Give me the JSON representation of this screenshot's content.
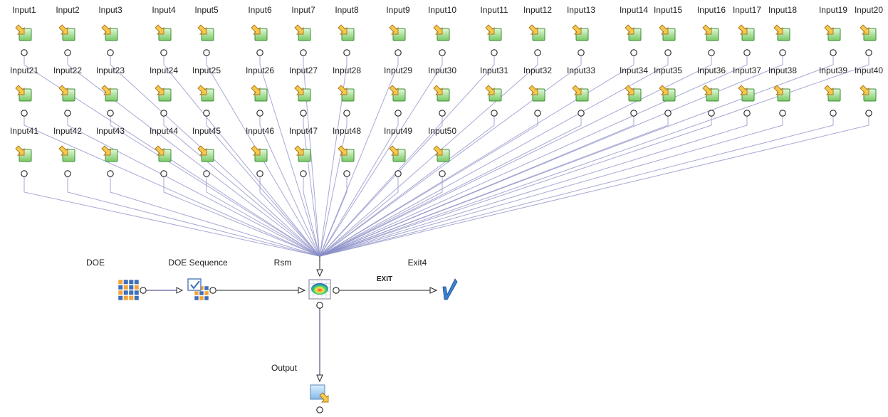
{
  "workflow": {
    "inputs": [
      "Input1",
      "Input2",
      "Input3",
      "Input4",
      "Input5",
      "Input6",
      "Input7",
      "Input8",
      "Input9",
      "Input10",
      "Input11",
      "Input12",
      "Input13",
      "Input14",
      "Input15",
      "Input16",
      "Input17",
      "Input18",
      "Input19",
      "Input20",
      "Input21",
      "Input22",
      "Input23",
      "Input24",
      "Input25",
      "Input26",
      "Input27",
      "Input28",
      "Input29",
      "Input30",
      "Input31",
      "Input32",
      "Input33",
      "Input34",
      "Input35",
      "Input36",
      "Input37",
      "Input38",
      "Input39",
      "Input40",
      "Input41",
      "Input42",
      "Input43",
      "Input44",
      "Input45",
      "Input46",
      "Input47",
      "Input48",
      "Input49",
      "Input50"
    ],
    "nodes": {
      "doe": {
        "label": "DOE",
        "icon": "doe-grid-icon"
      },
      "doe_sequence": {
        "label": "DOE Sequence",
        "icon": "doe-sequence-icon"
      },
      "rsm": {
        "label": "Rsm",
        "icon": "rsm-surface-icon"
      },
      "exit": {
        "label": "Exit4",
        "icon": "exit-flag-icon",
        "connection_label": "EXIT"
      },
      "output": {
        "label": "Output",
        "icon": "output-node-icon"
      }
    },
    "colors": {
      "input_fill_top": "#d9f5d0",
      "input_fill_bottom": "#7fcf6a",
      "input_border": "#3f8c3a",
      "arrow_fill": "#f6c94e",
      "arrow_border": "#a8741a",
      "wire_input": "#8a8cc6",
      "wire_main": "#222222",
      "wire_output": "#2b2f7a",
      "doe_blue": "#3f6fb6",
      "doe_orange": "#f2a33a",
      "exit_blue": "#3a7fd0",
      "output_fill": "#9cc7ee"
    }
  }
}
